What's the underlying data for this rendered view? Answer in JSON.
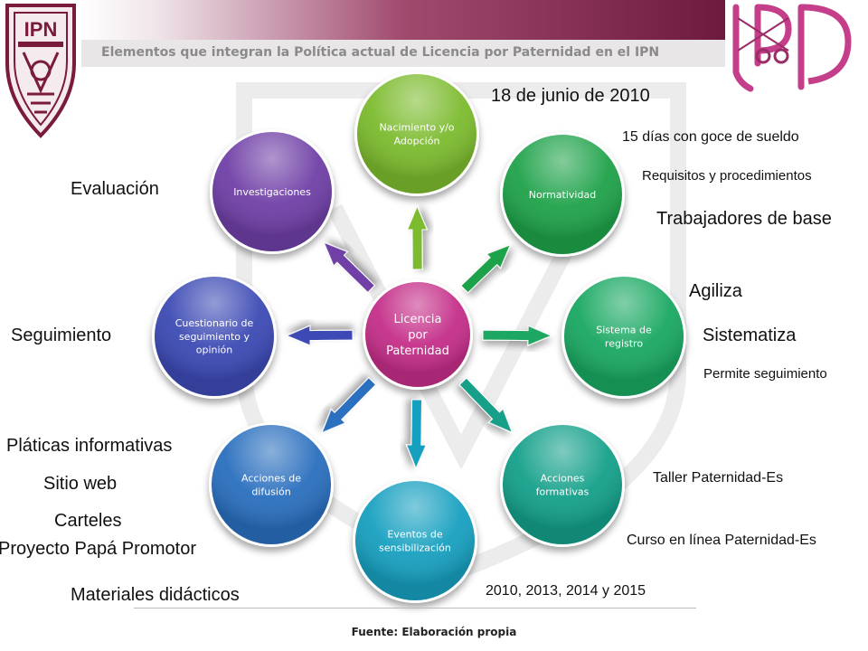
{
  "header": {
    "title": "Elementos que integran la Política  actual de Licencia por Paternidad en el IPN",
    "logo_left_text": "IPN",
    "source": "Fuente: Elaboración propia"
  },
  "diagram": {
    "center": {
      "lines": [
        "Licencia",
        "por",
        "Paternidad"
      ],
      "color": "#c42e88"
    },
    "nodes": [
      {
        "id": "nacimiento",
        "lines": [
          "Nacimiento y/o",
          "Adopción"
        ],
        "color": "#7cbb2e"
      },
      {
        "id": "normatividad",
        "lines": [
          "Normatividad"
        ],
        "color": "#1fa24a"
      },
      {
        "id": "sistema",
        "lines": [
          "Sistema de",
          "registro"
        ],
        "color": "#1aa862"
      },
      {
        "id": "acciones-formativas",
        "lines": [
          "Acciones",
          "formativas"
        ],
        "color": "#14a08a"
      },
      {
        "id": "eventos",
        "lines": [
          "Eventos de",
          "sensibilización"
        ],
        "color": "#17a0c0"
      },
      {
        "id": "acciones-difusion",
        "lines": [
          "Acciones de",
          "difusión"
        ],
        "color": "#2a6fbe"
      },
      {
        "id": "cuestionario",
        "lines": [
          "Cuestionario de",
          "seguimiento y",
          "opinión"
        ],
        "color": "#3c4ab4"
      },
      {
        "id": "investigaciones",
        "lines": [
          "Investigaciones"
        ],
        "color": "#6f3fa6"
      }
    ]
  },
  "annotations": {
    "fecha": "18 de junio de 2010",
    "dias": "15 días con goce de sueldo",
    "requisitos": "Requisitos y procedimientos",
    "trabajadores": "Trabajadores de base",
    "agiliza": "Agiliza",
    "sistematiza": "Sistematiza",
    "permite": "Permite seguimiento",
    "taller": "Taller Paternidad-Es",
    "curso": "Curso en línea Paternidad-Es",
    "anios": "2010, 2013, 2014 y 2015",
    "evaluacion": "Evaluación",
    "seguimiento": "Seguimiento",
    "platicas": "Pláticas informativas",
    "sitio": "Sitio web",
    "carteles": "Carteles",
    "proyecto": "Proyecto Papá Promotor",
    "materiales": "Materiales didácticos"
  },
  "colors": {
    "title_bar_end": "#6d1a3e",
    "logo_left": "#7a1b3a",
    "logo_right": "#c43e8a"
  }
}
